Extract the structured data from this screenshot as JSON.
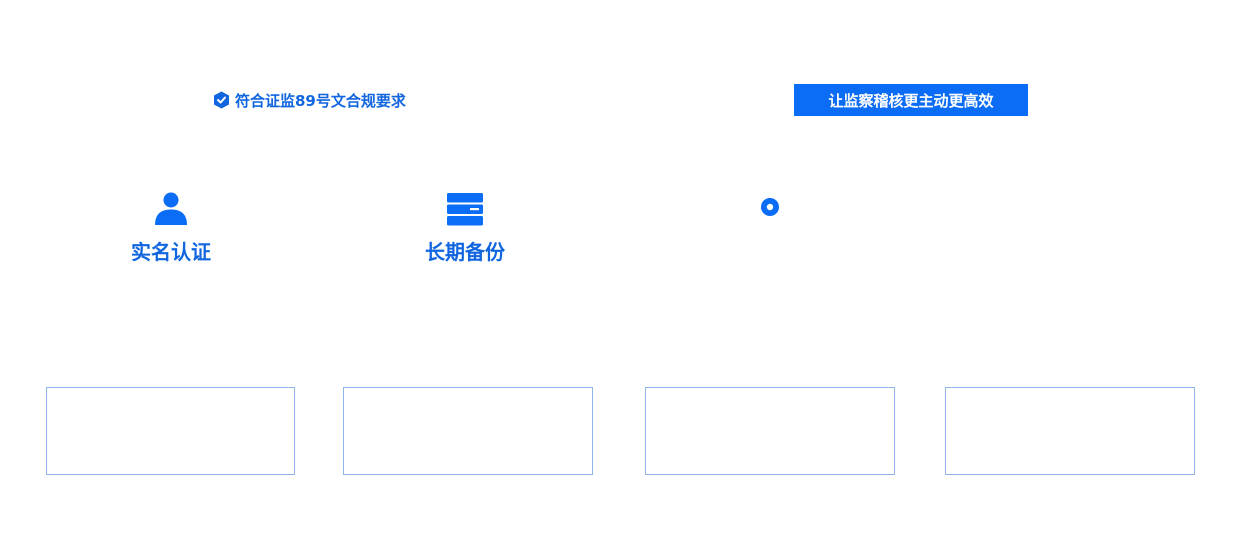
{
  "banner": {
    "compliance_text": "符合证监89号文合规要求",
    "compliance_icon": "shield-check-icon",
    "cta_label": "让监察稽核更主动更高效"
  },
  "features": [
    {
      "label": "实名认证",
      "icon": "user-icon"
    },
    {
      "label": "长期备份",
      "icon": "storage-icon"
    }
  ],
  "colors": {
    "accent": "#0b6cf5",
    "text_blue": "#1166e0",
    "card_border": "#8fb3e6"
  }
}
